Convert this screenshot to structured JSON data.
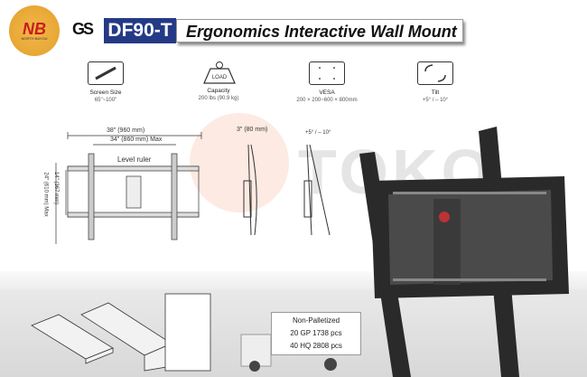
{
  "brand": {
    "logo_text": "NB",
    "logo_sub": "NORTH BAYOU",
    "cert": "GS"
  },
  "header": {
    "model": "DF90-T",
    "title": "Ergonomics Interactive Wall Mount"
  },
  "specs": [
    {
      "label": "Screen Size",
      "value": "65\"~100\""
    },
    {
      "label": "Capacity",
      "value": "200 lbs (90.9 kg)",
      "icon_text": "LOAD"
    },
    {
      "label": "VESA",
      "value": "200 × 200~600 × 800mm"
    },
    {
      "label": "Tilt",
      "value": "+5°  / – 10°"
    }
  ],
  "diagram": {
    "width_total": "38\" (960 mm)",
    "width_max": "34\" (860 mm) Max",
    "level_ruler": "Level ruler",
    "height_min": "14\" (367 mm)",
    "height_max": "24\" (610 mm) Max",
    "depth": "3\" (80 mm)",
    "tilt": "+5°  / – 10°"
  },
  "shipping": {
    "heading": "Non-Palletized",
    "row1": "20 GP  1738 pcs",
    "row2": "40 HQ  2808 pcs"
  },
  "watermark": "TOKO"
}
